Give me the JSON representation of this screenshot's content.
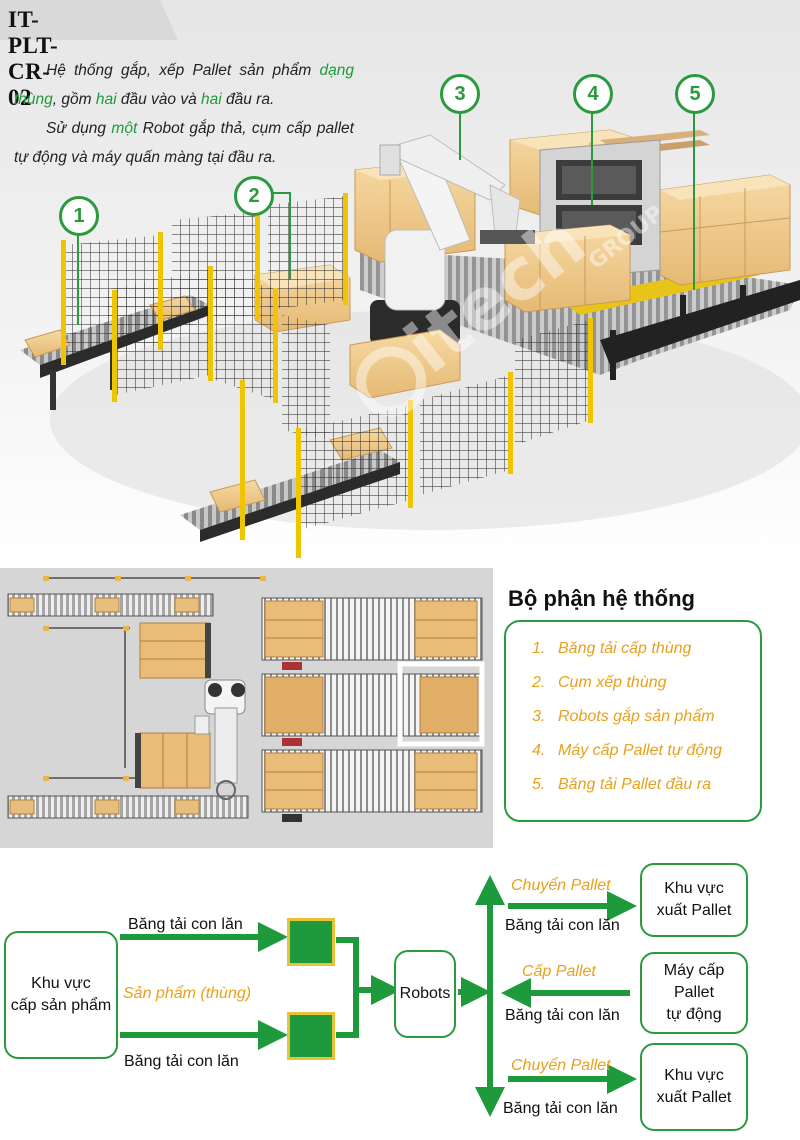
{
  "header": {
    "code": "IT-PLT-CR-02",
    "intro": {
      "p1": [
        {
          "t": "Hệ thống gắp, xếp Pallet sản phẩm ",
          "c": ""
        },
        {
          "t": "dạng thùng",
          "c": "green"
        },
        {
          "t": ", gồm ",
          "c": ""
        },
        {
          "t": "hai",
          "c": "green"
        },
        {
          "t": " đầu vào và ",
          "c": ""
        },
        {
          "t": "hai",
          "c": "green"
        },
        {
          "t": " đầu ra.",
          "c": ""
        }
      ],
      "p2": [
        {
          "t": "Sử dụng ",
          "c": ""
        },
        {
          "t": "một",
          "c": "green"
        },
        {
          "t": " Robot gắp thả, cụm cấp pallet tự động và máy quấn màng tại đầu ra.",
          "c": ""
        }
      ]
    },
    "callouts": [
      "1",
      "2",
      "3",
      "4",
      "5"
    ]
  },
  "watermark": {
    "brand": "itech",
    "sub": "GROUP"
  },
  "product_label": "itech",
  "components": {
    "title": "Bộ phận hệ thống",
    "items": [
      {
        "num": "1.",
        "label": "Băng tải cấp thùng"
      },
      {
        "num": "2.",
        "label": "Cụm xếp thùng"
      },
      {
        "num": "3.",
        "label": "Robots gắp sản phẩm"
      },
      {
        "num": "4.",
        "label": "Máy cấp Pallet tự động"
      },
      {
        "num": "5.",
        "label": "Băng tải Pallet đầu ra"
      }
    ]
  },
  "flow": {
    "supply_area": "Khu vực\ncấp sản phẩm",
    "conveyor_label": "Băng tải con lăn",
    "product_label": "Sản phẩm (thùng)",
    "robots": "Robots",
    "pallet_transfer": "Chuyển Pallet",
    "pallet_supply": "Cấp Pallet",
    "export_area": "Khu vực\nxuất Pallet",
    "pallet_machine": "Máy cấp\nPallet\ntự động"
  },
  "colors": {
    "brand_green": "#2b9a3e",
    "accent_orange": "#e8a11c",
    "arrow_green": "#1e9a3c",
    "tab_bg": "#d9d9d9"
  }
}
